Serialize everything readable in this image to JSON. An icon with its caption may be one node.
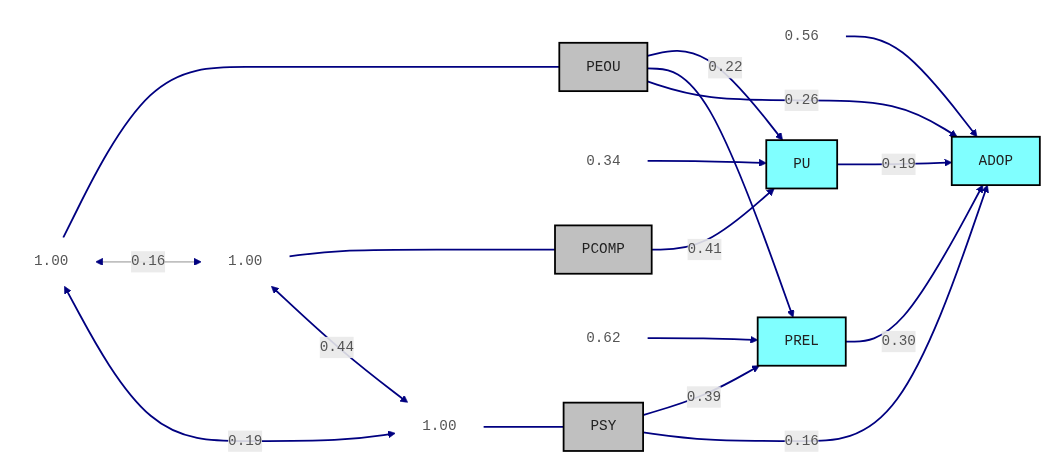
{
  "diagram": {
    "nodes": [
      {
        "text": [
          "1.00"
        ]
      },
      {
        "text": [
          "PEOU"
        ]
      },
      {
        "text": [
          "PU"
        ]
      },
      {
        "text": [
          "0.34"
        ]
      },
      {
        "text": [
          "1.00"
        ]
      },
      {
        "text": [
          "PCOMP"
        ]
      },
      {
        "text": [
          "PREL"
        ]
      },
      {
        "text": [
          "0.62"
        ]
      },
      {
        "text": [
          "1.00"
        ]
      },
      {
        "text": [
          "PSY"
        ]
      },
      {
        "text": [
          "ADOP"
        ]
      },
      {
        "text": [
          "0.56"
        ]
      }
    ],
    "edges": [
      {
        "from": 0,
        "to": 1,
        "arrow": "none"
      },
      {
        "from": 4,
        "to": 5,
        "arrow": "none"
      },
      {
        "from": 8,
        "to": 9,
        "arrow": "none"
      },
      {
        "from": 3,
        "to": 2,
        "arrow": "to"
      },
      {
        "from": 7,
        "to": 6,
        "arrow": "to"
      },
      {
        "from": 11,
        "to": 10,
        "arrow": "to"
      },
      {
        "from": 0,
        "to": 4,
        "arrow": "both",
        "label": "0.16",
        "color": "#c0c0c0"
      },
      {
        "from": 4,
        "to": 8,
        "arrow": "both",
        "label": "0.44"
      },
      {
        "from": 0,
        "to": 8,
        "arrow": "both",
        "label": "0.19"
      },
      {
        "from": 1,
        "to": 2,
        "arrow": "to",
        "label": "0.22"
      },
      {
        "from": 1,
        "to": 6,
        "arrow": "to"
      },
      {
        "from": 5,
        "to": 2,
        "arrow": "to",
        "label": "0.41"
      },
      {
        "from": 1,
        "to": 10,
        "arrow": "to",
        "label": "0.26"
      },
      {
        "from": 9,
        "to": 6,
        "arrow": "to",
        "label": "0.39"
      },
      {
        "from": 9,
        "to": 10,
        "arrow": "to",
        "label": "0.16"
      },
      {
        "from": 6,
        "to": 10,
        "arrow": "to",
        "label": "0.30"
      },
      {
        "from": 2,
        "to": 10,
        "arrow": "to",
        "label": "0.19"
      }
    ]
  }
}
